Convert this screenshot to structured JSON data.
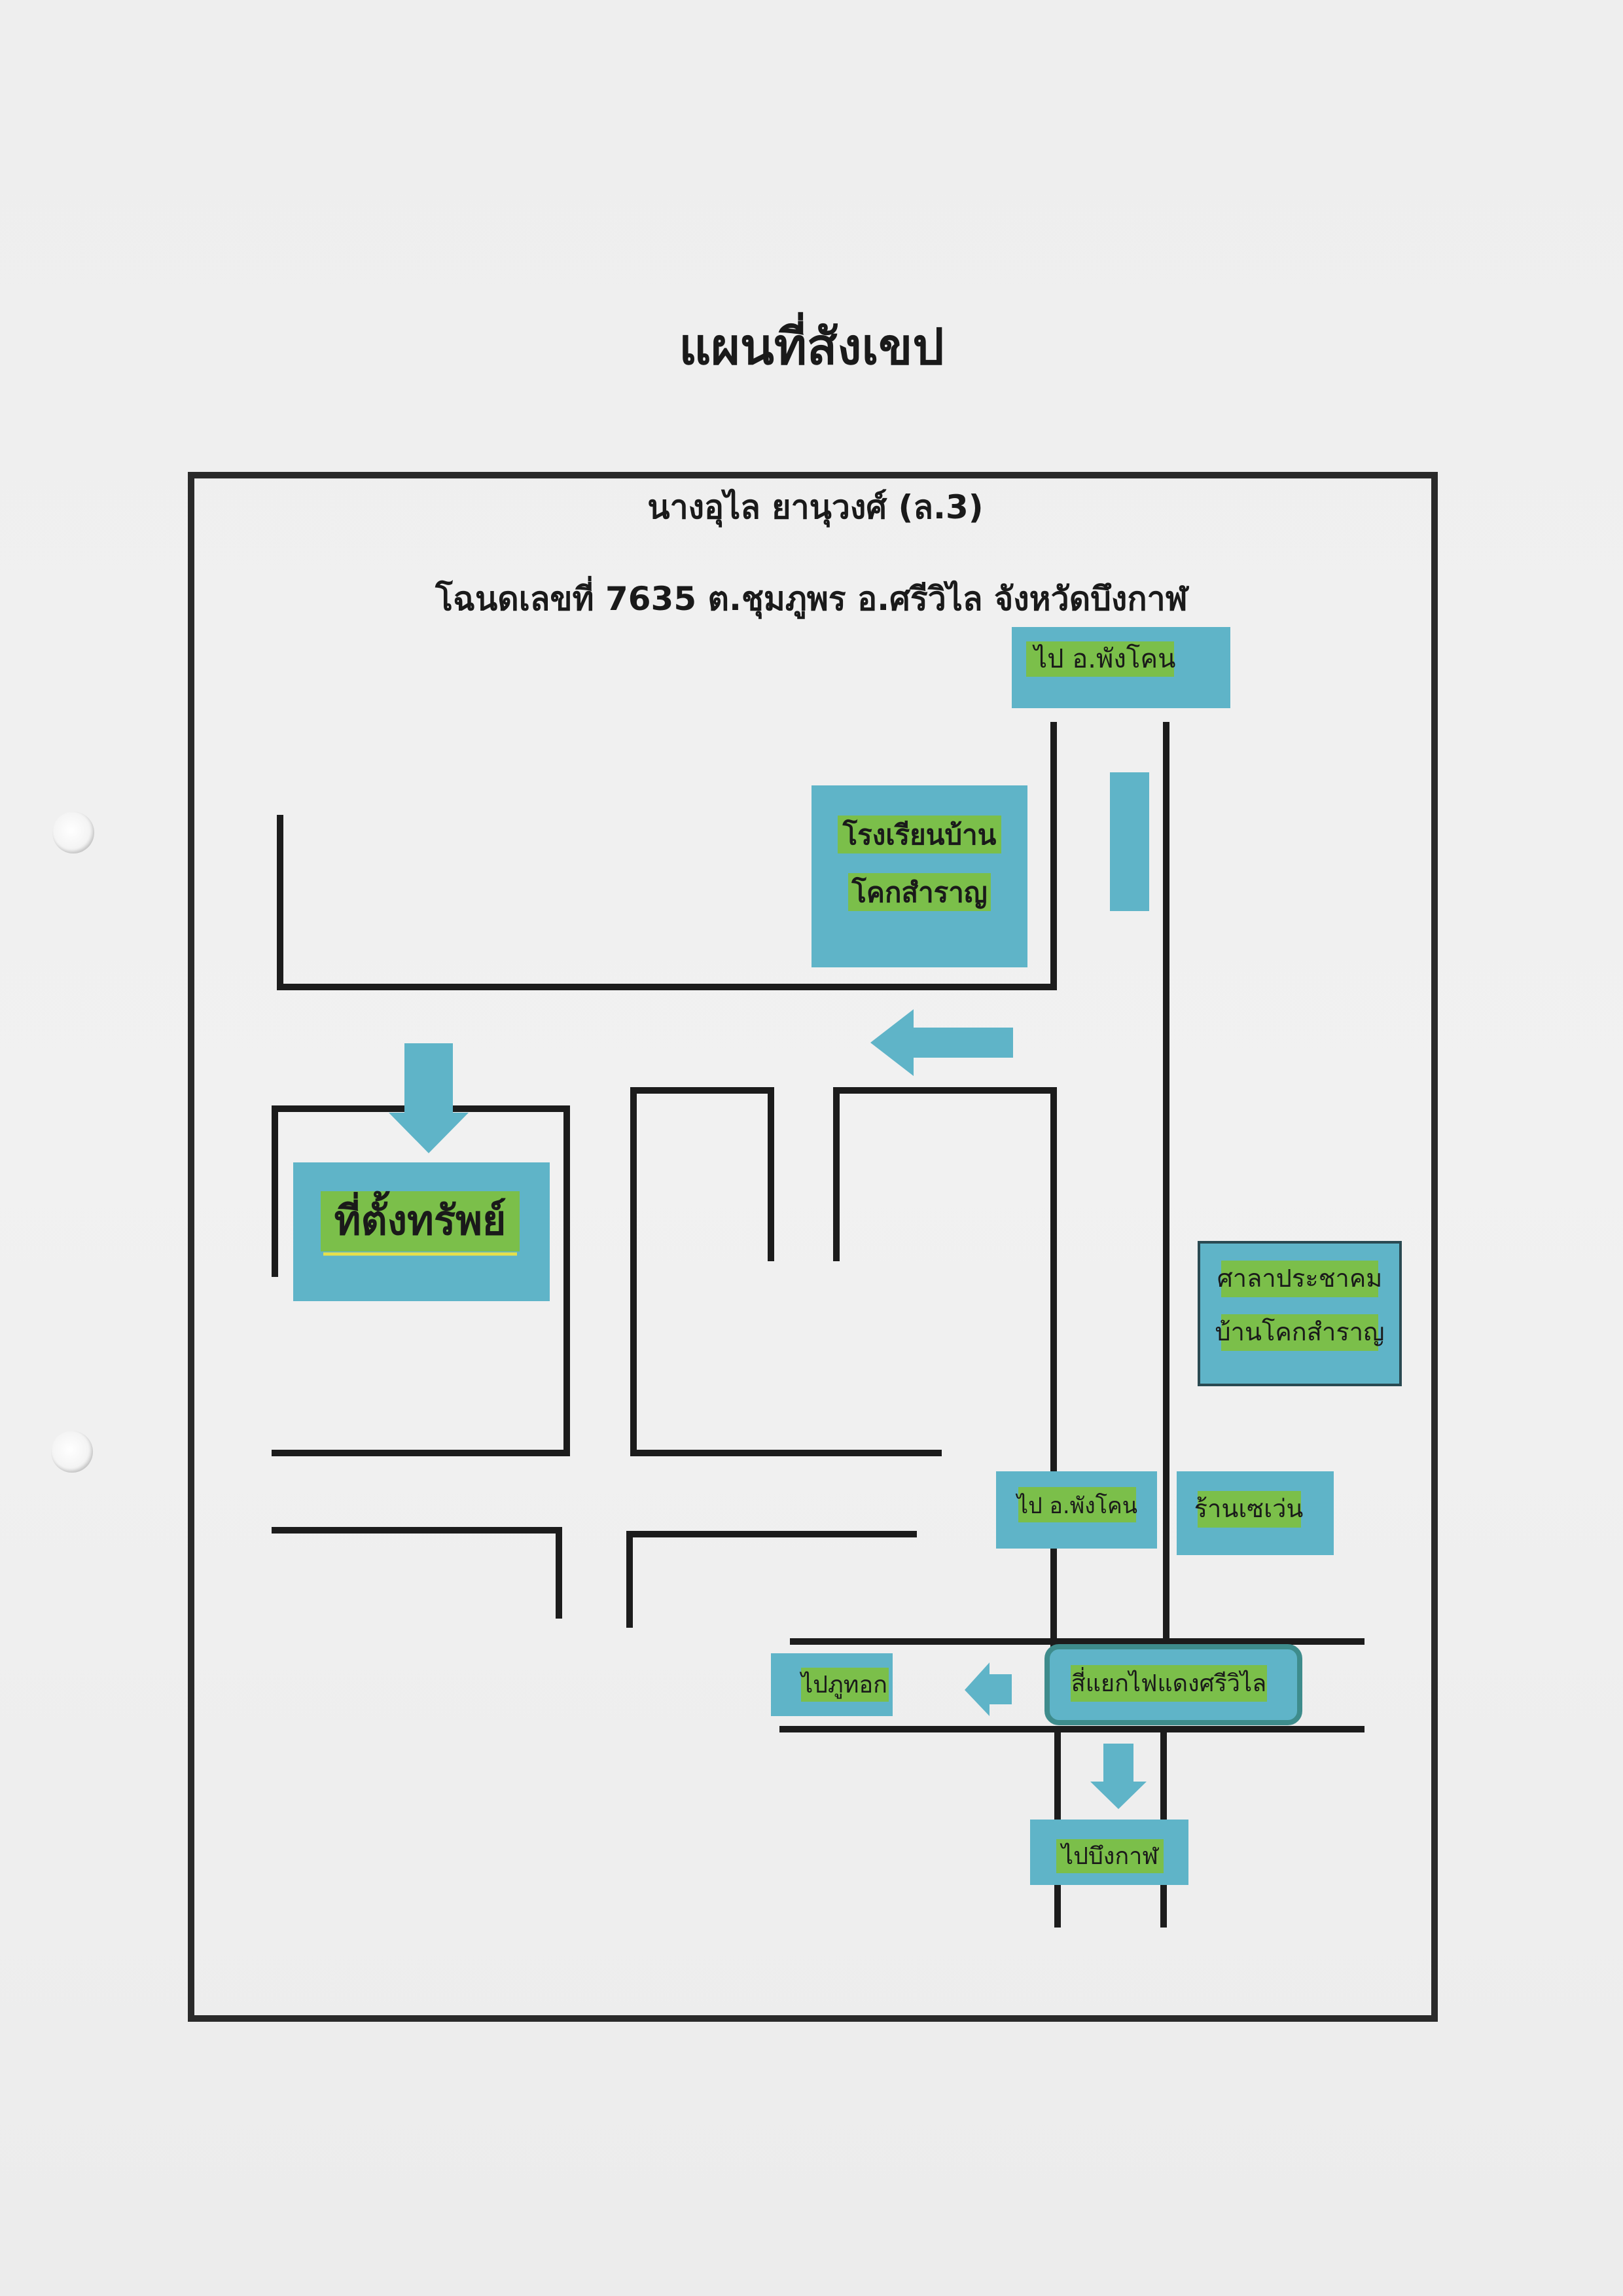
{
  "title": "แผนที่สังเขป",
  "owner": "นางอุไล ยานุวงศ์ (ล.3)",
  "deed": "โฉนดเลขที่ 7635 ต.ชุมภูพร อ.ศรีวิไล จังหวัดบึงกาฬ",
  "labels": {
    "to_phon_kho_top": "ไป อ.พังโคน",
    "school_line1": "โรงเรียนบ้าน",
    "school_line2": "โคกสำราญ",
    "property": "ที่ตั้งทรัพย์",
    "hall_line1": "ศาลาประชาคม",
    "hall_line2": "บ้านโคกสำราญ",
    "to_phon_kho_bottom": "ไป อ.พังโคน",
    "seven_eleven": "ร้านเซเว่น",
    "to_phu_thok": "ไปภูทอก",
    "intersection": "สี่แยกไฟแดงศรีวิไล",
    "to_bueng_kan": "ไปบึงกาฬ"
  },
  "colors": {
    "label_box": "#5fb4c8",
    "text_highlight": "#7bbf4a",
    "road": "#1c1c1c"
  }
}
